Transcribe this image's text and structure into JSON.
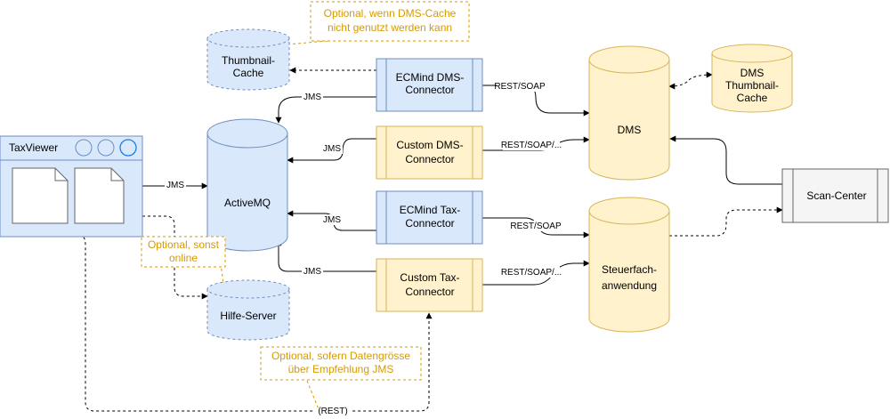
{
  "nodes": {
    "thumbnail_cache": [
      "Thumbnail-",
      "Cache"
    ],
    "dms_thumbnail_cache": [
      "DMS",
      "Thumbnail-",
      "Cache"
    ],
    "activemq": "ActiveMQ",
    "hilfe_server": "Hilfe-Server",
    "dms": "DMS",
    "steuerfach": [
      "Steuerfach-",
      "anwendung"
    ],
    "scan_center": "Scan-Center",
    "ecmind_dms": [
      "ECMind DMS-",
      "Connector"
    ],
    "custom_dms": [
      "Custom DMS-",
      "Connector"
    ],
    "ecmind_tax": [
      "ECMind Tax-",
      "Connector"
    ],
    "custom_tax": [
      "Custom Tax-",
      "Connector"
    ],
    "taxviewer_title": "TaxViewer"
  },
  "edges": {
    "jms": "JMS",
    "rest_soap": "REST/SOAP",
    "rest_soap_more": "REST/SOAP/...",
    "rest_paren": "(REST)"
  },
  "notes": {
    "dms_cache": [
      "Optional, wenn DMS-Cache",
      "nicht genutzt werden kann"
    ],
    "online": [
      "Optional, sonst",
      "online"
    ],
    "data_size": [
      "Optional, sofern Datengrösse",
      "über Empfehlung JMS"
    ]
  },
  "colors": {
    "blue_fill": "#dae8fc",
    "blue_stroke": "#6c8ebf",
    "yellow_fill": "#fff2cc",
    "yellow_stroke": "#d6b656",
    "note_color": "#d79b00"
  }
}
